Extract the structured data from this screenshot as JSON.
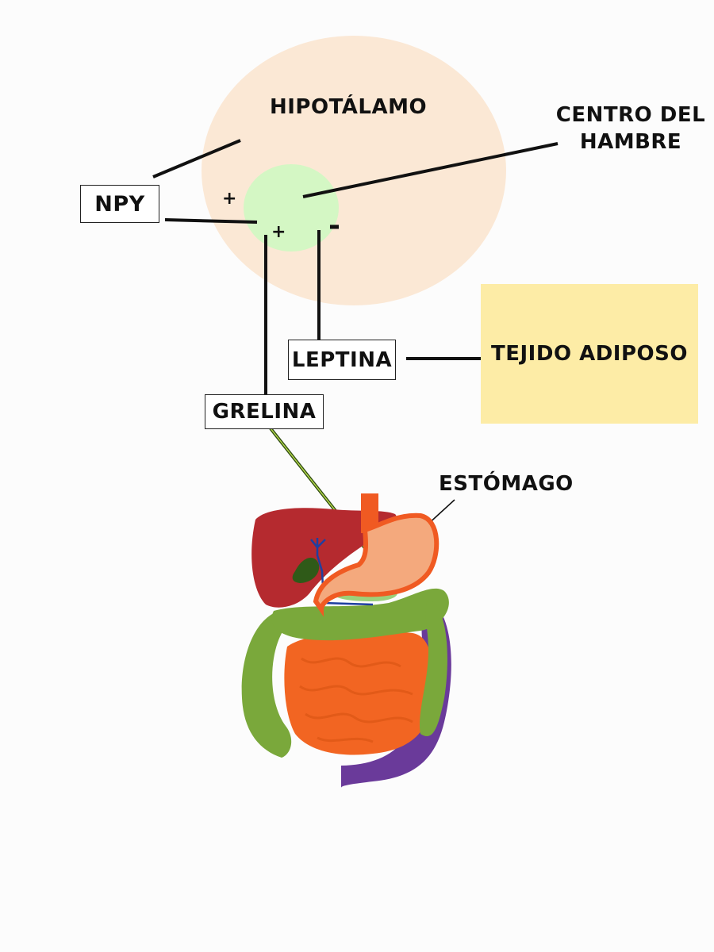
{
  "labels": {
    "hypothalamus": "HIPOTÁLAMO",
    "hunger_center": "CENTRO DEL HAMBRE",
    "npy": "NPY",
    "leptin": "LEPTINA",
    "ghrelin": "GRELINA",
    "adipose_tissue": "TEJIDO ADIPOSO",
    "stomach": "ESTÓMAGO"
  },
  "signs": {
    "npy": "+",
    "ghrelin": "+",
    "leptin": "-"
  },
  "colors": {
    "hypothalamus_fill": "#fbe8d5",
    "hunger_center_fill": "#d4f7c4",
    "adipose_fill": "#fdeca6",
    "liver": "#b52a2f",
    "stomach": "#f4a97d",
    "stomach_outline": "#f05a22",
    "small_intestine": "#f26522",
    "large_intestine": "#7aa83b",
    "rectum": "#6a3a9a"
  }
}
